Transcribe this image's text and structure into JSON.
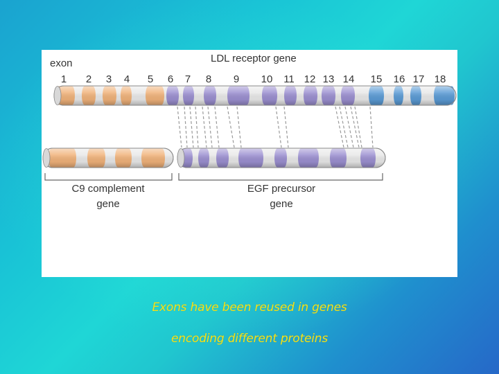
{
  "figure": {
    "title": "LDL receptor gene",
    "exon_label": "exon",
    "exon_numbers": [
      "1",
      "2",
      "3",
      "4",
      "5",
      "6",
      "7",
      "8",
      "9",
      "10",
      "11",
      "12",
      "13",
      "14",
      "15",
      "16",
      "17",
      "18"
    ],
    "c9_gene_label_line1": "C9 complement",
    "c9_gene_label_line2": "gene",
    "egf_gene_label_line1": "EGF precursor",
    "egf_gene_label_line2": "gene"
  },
  "colors": {
    "c9_exon": "#f0b27a",
    "egf_exon": "#9b8fd0",
    "other_exon": "#5b9bd5",
    "intron": "#e8e8e8",
    "outline": "#888888",
    "caption": "#f2e21c"
  },
  "caption": {
    "line1": "Exons have been reused in genes",
    "line2": "encoding different proteins"
  }
}
